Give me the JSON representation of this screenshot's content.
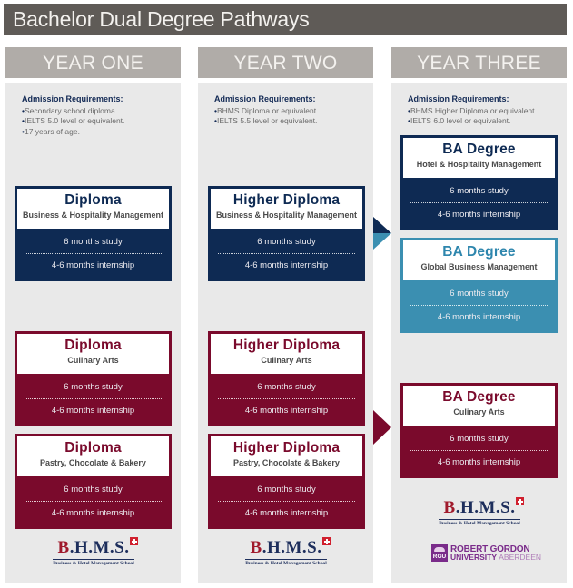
{
  "title": "Bachelor Dual Degree Pathways",
  "colors": {
    "navy": "#0e2a53",
    "teal": "#3b8fb1",
    "maroon": "#7a0a2c",
    "header_grey": "#b0aca8",
    "title_bar": "#5f5b57"
  },
  "columns": [
    {
      "header": "YEAR ONE",
      "requirements": {
        "title": "Admission Requirements:",
        "items": [
          "Secondary school diploma.",
          "IELTS 5.0 level or equivalent.",
          "17 years of age."
        ]
      },
      "programs": [
        {
          "name": "Diploma",
          "subject": "Business & Hospitality Management",
          "study": "6 months study",
          "internship": "4-6 months internship",
          "color": "navy"
        },
        {
          "name": "Diploma",
          "subject": "Culinary Arts",
          "study": "6 months study",
          "internship": "4-6 months internship",
          "color": "maroon"
        },
        {
          "name": "Diploma",
          "subject": "Pastry, Chocolate & Bakery",
          "study": "6 months study",
          "internship": "4-6 months internship",
          "color": "maroon"
        }
      ],
      "logo": {
        "name": "B.H.M.S.",
        "tagline": "Business & Hotel Management School"
      }
    },
    {
      "header": "YEAR TWO",
      "requirements": {
        "title": "Admission Requirements:",
        "items": [
          "BHMS Diploma or equivalent.",
          "IELTS 5.5 level or equivalent."
        ]
      },
      "programs": [
        {
          "name": "Higher Diploma",
          "subject": "Business & Hospitality Management",
          "study": "6 months study",
          "internship": "4-6 months internship",
          "color": "navy"
        },
        {
          "name": "Higher Diploma",
          "subject": "Culinary Arts",
          "study": "6 months study",
          "internship": "4-6 months internship",
          "color": "maroon"
        },
        {
          "name": "Higher Diploma",
          "subject": "Pastry, Chocolate & Bakery",
          "study": "6 months study",
          "internship": "4-6 months internship",
          "color": "maroon"
        }
      ],
      "logo": {
        "name": "B.H.M.S.",
        "tagline": "Business & Hotel Management School"
      }
    },
    {
      "header": "YEAR THREE",
      "requirements": {
        "title": "Admission Requirements:",
        "items": [
          "BHMS Higher Diploma or equivalent.",
          "IELTS 6.0 level or equivalent."
        ]
      },
      "programs": [
        {
          "name": "BA Degree",
          "subject": "Hotel & Hospitality Management",
          "study": "6 months study",
          "internship": "4-6 months internship",
          "color": "navy"
        },
        {
          "name": "BA Degree",
          "subject": "Global Business Management",
          "study": "6 months study",
          "internship": "4-6 months internship",
          "color": "teal"
        },
        {
          "name": "BA Degree",
          "subject": "Culinary Arts",
          "study": "6 months study",
          "internship": "4-6 months internship",
          "color": "maroon"
        }
      ],
      "logo": {
        "name": "B.H.M.S.",
        "tagline": "Business & Hotel Management School"
      },
      "partner_logo": {
        "badge": "RGU",
        "line1": "ROBERT GORDON",
        "line2a": "UNIVERSITY",
        "line2b": "ABERDEEN"
      }
    }
  ],
  "arrows": [
    {
      "from": "Higher Diploma Business & Hospitality Management",
      "to": [
        "BA Degree Hotel & Hospitality Management",
        "BA Degree Global Business Management"
      ],
      "icon": "split-arrow-right-icon"
    },
    {
      "from": "Higher Diploma Culinary Arts / Pastry, Chocolate & Bakery",
      "to": [
        "BA Degree Culinary Arts"
      ],
      "icon": "arrow-right-icon"
    }
  ]
}
